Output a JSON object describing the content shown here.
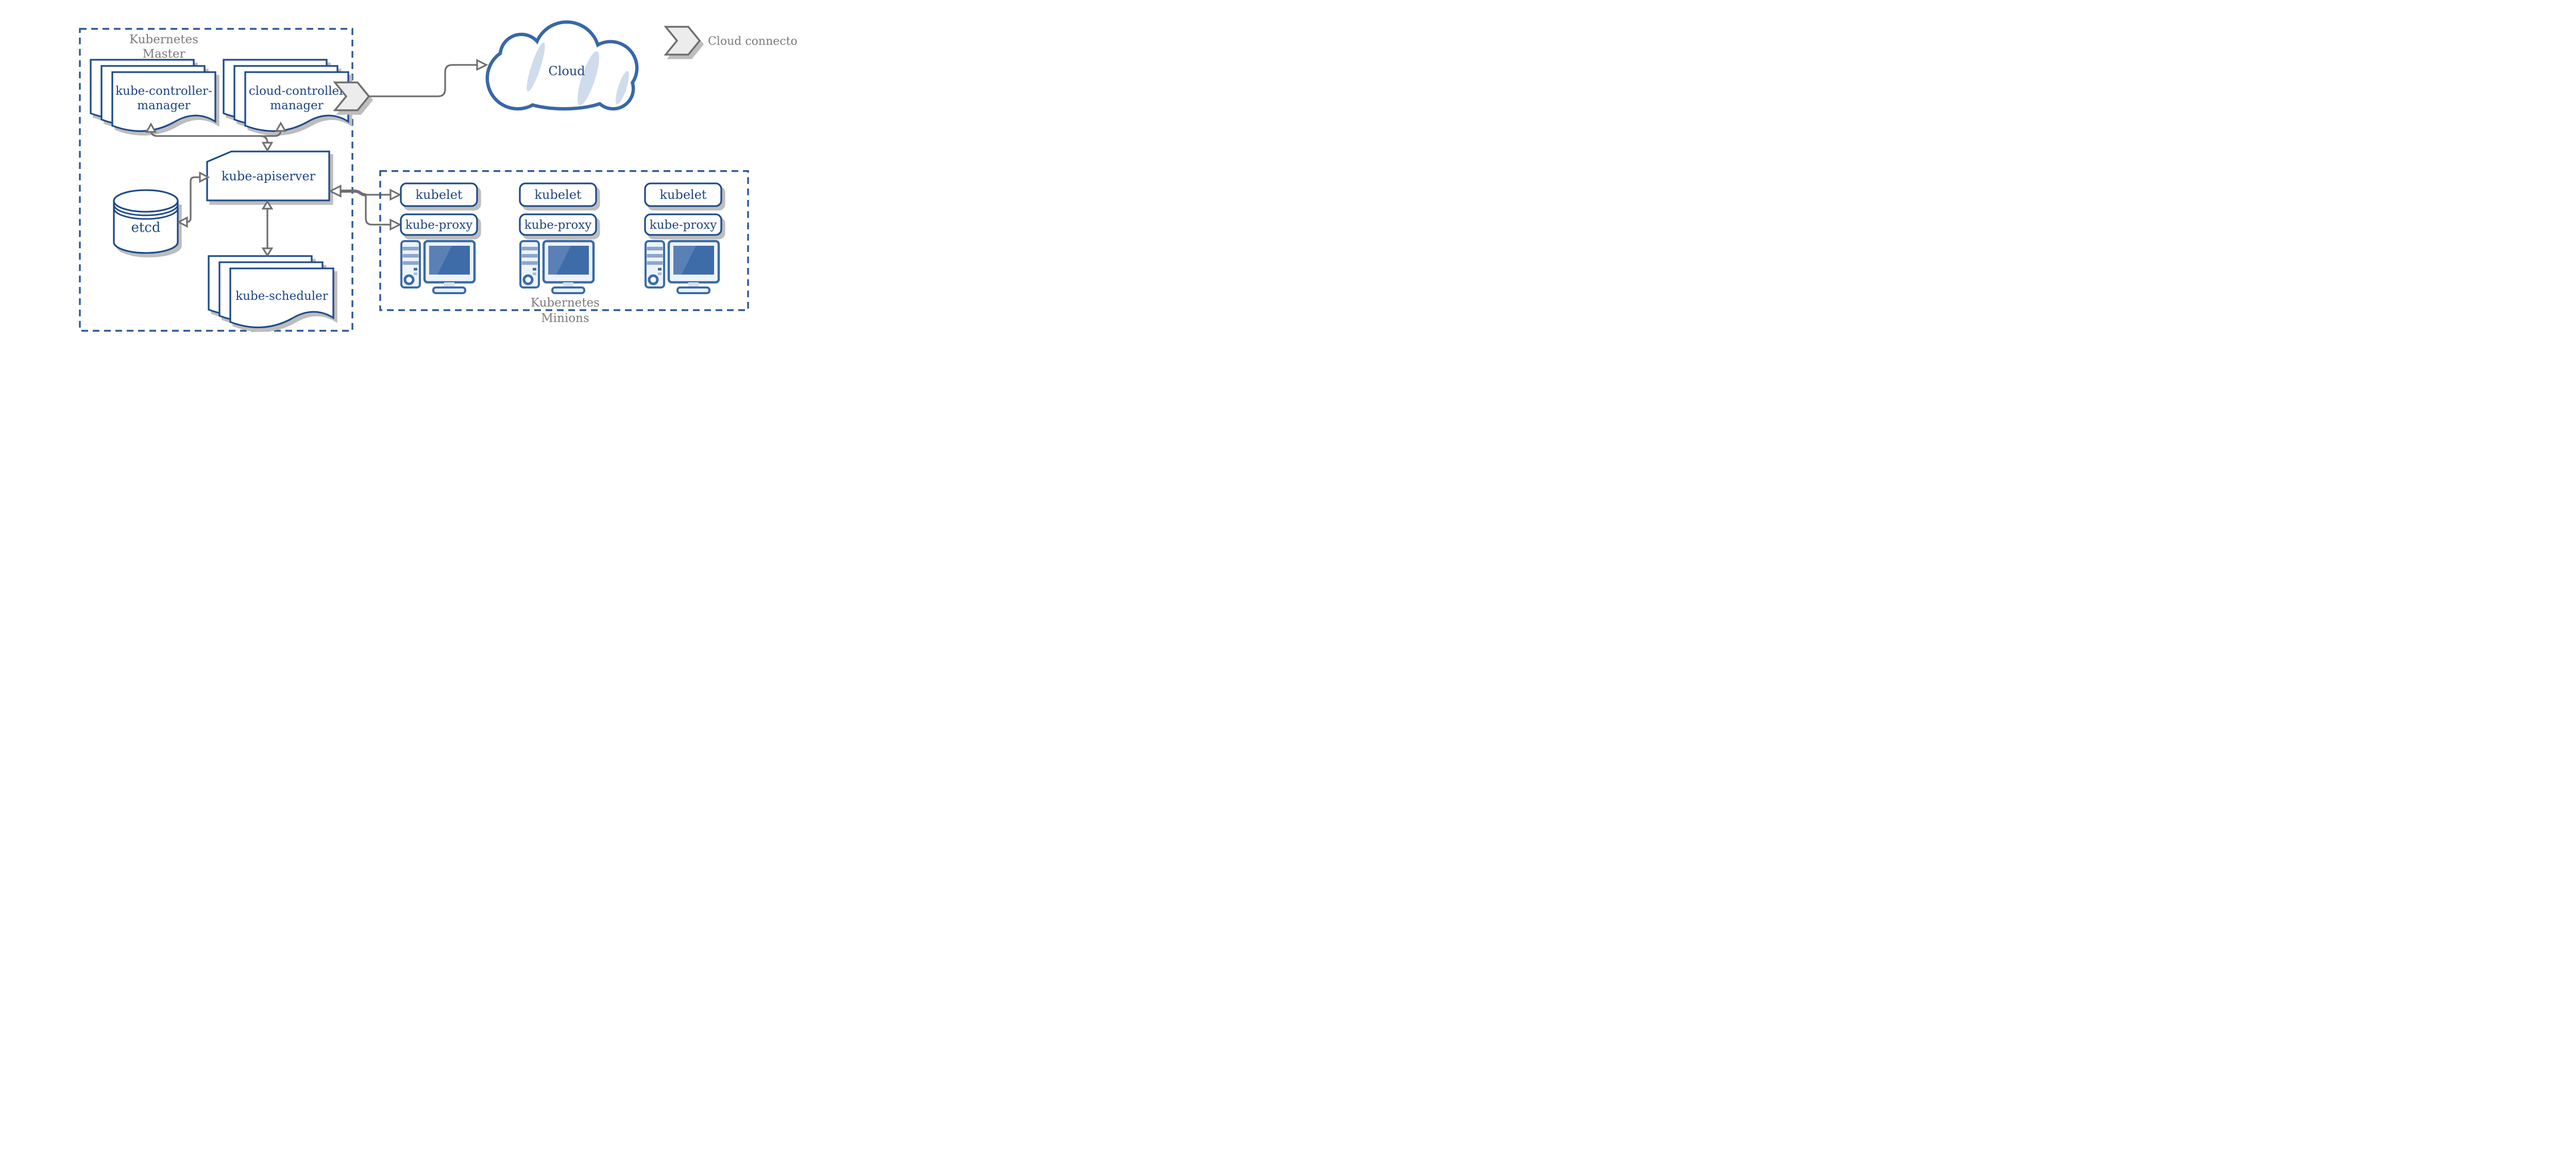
{
  "colors": {
    "node_border_blue": "#1f4b8c",
    "node_text_blue": "#1e4480",
    "dashed_border_blue": "#2b569a",
    "cloud_border_blue": "#3867a8",
    "cloud_crescent_blue": "#cfdcec",
    "computer_icon_blue": "#3a6ba8",
    "computer_screen_blue": "#3e6ca8",
    "computer_stripe_blue": "#8ca7cc",
    "arrow_gray": "#6f6f6f",
    "label_gray": "#7b7b7b",
    "shadow_gray": "#bdbdbd",
    "chevron_fill": "#ececec"
  },
  "master": {
    "title_line1": "Kubernetes",
    "title_line2": "Master",
    "kube_controller_manager": {
      "line1": "kube-controller-",
      "line2": "manager"
    },
    "cloud_controller_manager": {
      "line1": "cloud-controller",
      "line2": "manager"
    },
    "kube_apiserver": "kube-apiserver",
    "etcd": "etcd",
    "kube_scheduler": "kube-scheduler"
  },
  "cloud": {
    "label": "Cloud"
  },
  "legend": {
    "label": "Cloud connector"
  },
  "minions": {
    "title_line1": "Kubernetes",
    "title_line2": "Minions",
    "columns": [
      {
        "kubelet": "kubelet",
        "kube_proxy": "kube-proxy"
      },
      {
        "kubelet": "kubelet",
        "kube_proxy": "kube-proxy"
      },
      {
        "kubelet": "kubelet",
        "kube_proxy": "kube-proxy"
      }
    ]
  }
}
